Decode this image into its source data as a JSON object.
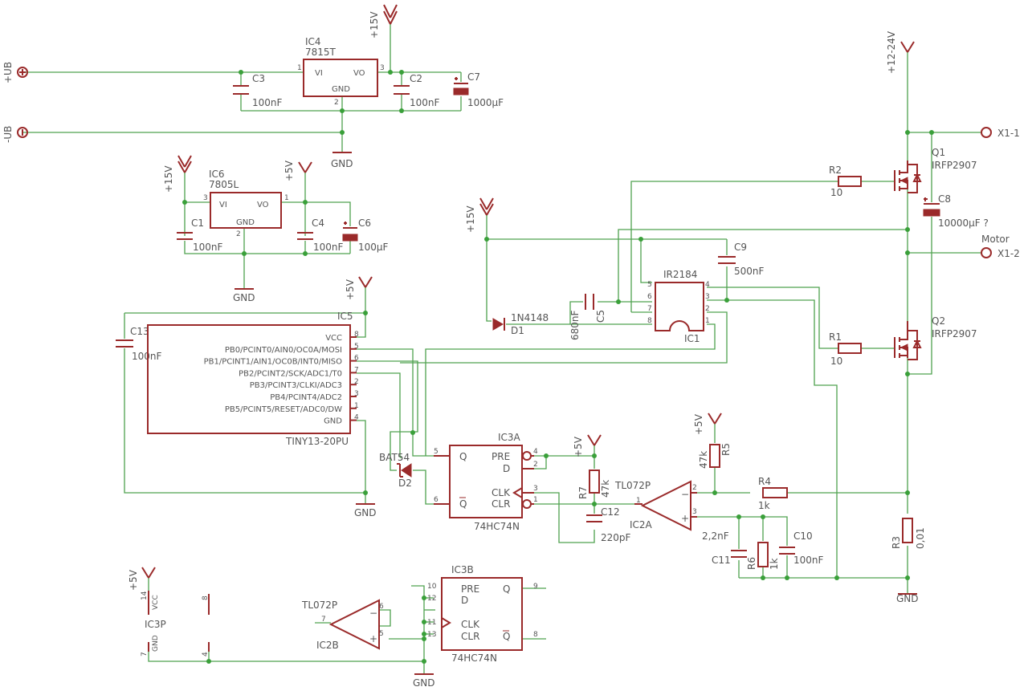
{
  "supplies": {
    "plus_ub": "+UB",
    "minus_ub": "-UB",
    "p15v_a": "+15V",
    "p15v_b": "+15V",
    "p15v_c": "+15V",
    "p5v_a": "+5V",
    "p5v_b": "+5V",
    "p5v_c": "+5V",
    "p5v_d": "+5V",
    "p5v_e": "+5V",
    "p12_24v": "+12-24V",
    "gnd_a": "GND",
    "gnd_b": "GND",
    "gnd_c": "GND",
    "gnd_d": "GND",
    "gnd_e": "GND"
  },
  "connectors": {
    "x1_1": "X1-1",
    "x1_2": "X1-2",
    "motor": "Motor"
  },
  "ic4": {
    "name": "IC4",
    "type": "7815T",
    "vi": "VI",
    "vo": "VO",
    "gnd": "GND",
    "p1": "1",
    "p2": "2",
    "p3": "3"
  },
  "ic6": {
    "name": "IC6",
    "type": "7805L",
    "vi": "VI",
    "vo": "VO",
    "gnd": "GND",
    "p1": "1",
    "p2": "2",
    "p3": "3"
  },
  "caps": {
    "c1": {
      "name": "C1",
      "value": "100nF"
    },
    "c2": {
      "name": "C2",
      "value": "100nF"
    },
    "c3": {
      "name": "C3",
      "value": "100nF"
    },
    "c4": {
      "name": "C4",
      "value": "100nF"
    },
    "c5": {
      "name": "C5",
      "value": "680nF"
    },
    "c6": {
      "name": "C6",
      "value": "100µF"
    },
    "c7": {
      "name": "C7",
      "value": "1000µF"
    },
    "c8": {
      "name": "C8",
      "value": "10000µF ?"
    },
    "c9": {
      "name": "C9",
      "value": "500nF"
    },
    "c10": {
      "name": "C10",
      "value": "100nF"
    },
    "c11": {
      "name": "C11",
      "value": "2,2nF"
    },
    "c12": {
      "name": "C12",
      "value": "220pF"
    },
    "c13": {
      "name": "C13",
      "value": "100nF"
    }
  },
  "resistors": {
    "r1": {
      "name": "R1",
      "value": "10"
    },
    "r2": {
      "name": "R2",
      "value": "10"
    },
    "r3": {
      "name": "R3",
      "value": "0,01"
    },
    "r4": {
      "name": "R4",
      "value": "1k"
    },
    "r5": {
      "name": "R5",
      "value": "47k"
    },
    "r6": {
      "name": "R6",
      "value": "1k"
    },
    "r7": {
      "name": "R7",
      "value": "47k"
    }
  },
  "mosfets": {
    "q1": {
      "name": "Q1",
      "type": "IRFP2907"
    },
    "q2": {
      "name": "Q2",
      "type": "IRFP2907"
    }
  },
  "ir2184": {
    "type": "IR2184",
    "name": "IC1",
    "pins": [
      "1",
      "2",
      "3",
      "4",
      "5",
      "6",
      "7",
      "8"
    ]
  },
  "diodes": {
    "d1": {
      "name": "D1",
      "type": "1N4148"
    },
    "d2": {
      "name": "D2",
      "type": "BAT54"
    }
  },
  "ic5": {
    "name": "IC5",
    "type": "TINY13-20PU",
    "pins": [
      {
        "label": "VCC",
        "num": "8"
      },
      {
        "label": "PB0/PCINT0/AIN0/OC0A/MOSI",
        "num": "5"
      },
      {
        "label": "PB1/PCINT1/AIN1/OC0B/INT0/MISO",
        "num": "6"
      },
      {
        "label": "PB2/PCINT2/SCK/ADC1/T0",
        "num": "7"
      },
      {
        "label": "PB3/PCINT3/CLKI/ADC3",
        "num": "2"
      },
      {
        "label": "PB4/PCINT4/ADC2",
        "num": "3"
      },
      {
        "label": "PB5/PCINT5/RESET/ADC0/DW",
        "num": "1"
      },
      {
        "label": "GND",
        "num": "4"
      }
    ]
  },
  "ic3a": {
    "name": "IC3A",
    "type": "74HC74N",
    "q": "Q",
    "qn": "Q",
    "pre": "PRE",
    "d": "D",
    "clk": "CLK",
    "clr": "CLR",
    "p5": "5",
    "p6": "6",
    "p4": "4",
    "p2": "2",
    "p3": "3",
    "p1": "1"
  },
  "ic3b": {
    "name": "IC3B",
    "type": "74HC74N",
    "q": "Q",
    "qn": "Q",
    "pre": "PRE",
    "d": "D",
    "clk": "CLK",
    "clr": "CLR",
    "p10": "10",
    "p12": "12",
    "p11": "11",
    "p13": "13",
    "p9": "9",
    "p8": "8"
  },
  "ic2a": {
    "name": "IC2A",
    "type": "TL072P",
    "p1": "1",
    "p2": "2",
    "p3": "3",
    "minus": "−",
    "plus": "+"
  },
  "ic2b": {
    "name": "IC2B",
    "type": "TL072P",
    "p5": "5",
    "p6": "6",
    "p7": "7",
    "minus": "−",
    "plus": "+"
  },
  "ic3p": {
    "name": "IC3P",
    "vcc": "VCC",
    "gnd": "GND",
    "p14": "14",
    "p7": "7",
    "p8": "8",
    "p4": "4"
  }
}
